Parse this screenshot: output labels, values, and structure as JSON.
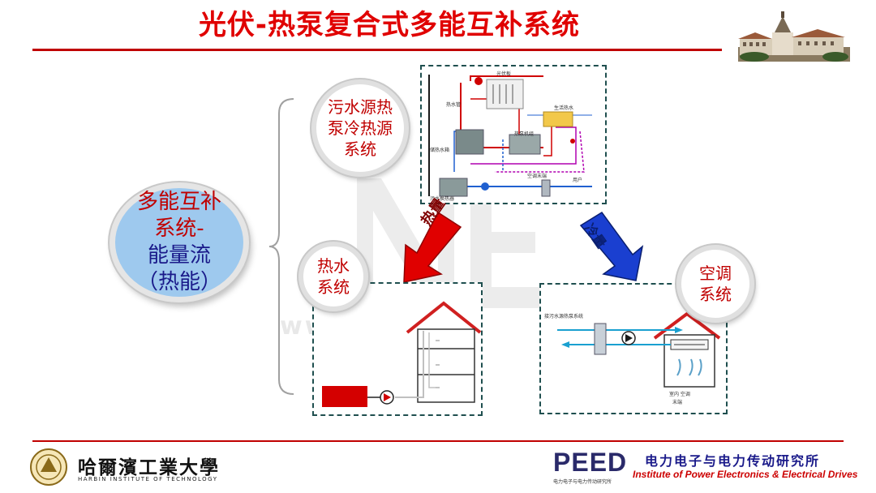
{
  "title": "光伏-热泵复合式多能互补系统",
  "central": {
    "line1": "多能互补",
    "line2": "系统-",
    "line3": "能量流",
    "line4": "（热能）"
  },
  "sewage_system": {
    "line1": "污水源热",
    "line2": "泵冷热源",
    "line3": "系统"
  },
  "hotwater_system": {
    "line1": "热水",
    "line2": "系统"
  },
  "ac_system": {
    "line1": "空调",
    "line2": "系统"
  },
  "arrows": {
    "heat": "热量",
    "cold": "冷量"
  },
  "watermark": "www.ni...n.c",
  "footer": {
    "hit_cn": "哈爾濱工業大學",
    "hit_en": "HARBIN INSTITUTE OF TECHNOLOGY",
    "peed": "PEED",
    "peed_sub": "电力电子与电力传动研究所",
    "institute_cn": "电力电子与电力传动研究所",
    "institute_en": "Institute of Power Electronics & Electrical Drives"
  },
  "colors": {
    "accent_red": "#e00000",
    "central_bubble": "#9ec9ee",
    "cold_arrow": "#1a3fd0"
  }
}
